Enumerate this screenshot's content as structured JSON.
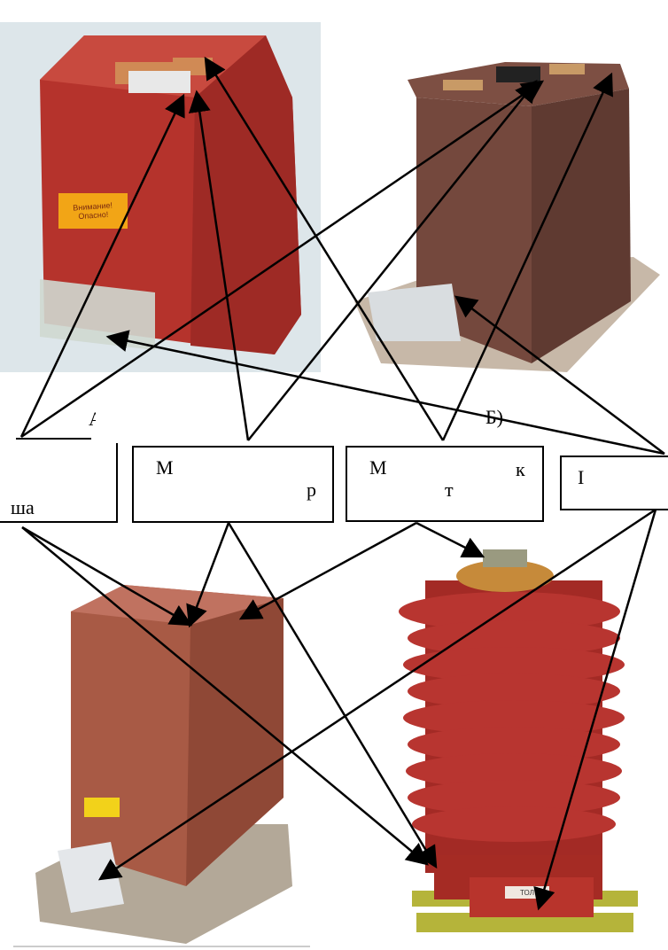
{
  "panels": {
    "a_label": "А)",
    "b_label": "Б)"
  },
  "callouts": [
    {
      "fragments": [
        "ша"
      ]
    },
    {
      "fragments": [
        "М",
        "р"
      ]
    },
    {
      "fragments": [
        "М",
        "к",
        "т"
      ]
    },
    {
      "fragments": [
        "І"
      ]
    }
  ],
  "warning_sticker": "Внимание! Опасно!",
  "nameplate": "ТОЛ",
  "colors": {
    "red_body": "#b5332c",
    "brown_body": "#7d4f43",
    "terracotta": "#a85a45",
    "insulator": "#b3302a",
    "copper": "#d08a55"
  }
}
